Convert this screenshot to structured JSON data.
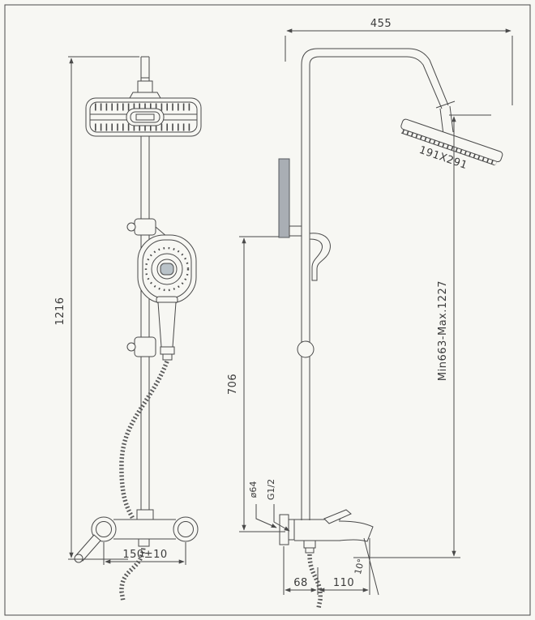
{
  "style": {
    "line_color": "#4a4a4a",
    "paper_color": "#f7f7f3",
    "plate_color": "#a9aeb4"
  },
  "dims": {
    "top_width": "455",
    "overall_height": "1216",
    "head_size": "191X291",
    "height_range": "Min663-Max.1227",
    "bar_height": "706",
    "inlet_diameter": "ø64",
    "thread_size": "G1/2",
    "valve_centers": "150±10",
    "wall_offset": "68",
    "spout_reach": "110",
    "spout_angle": "10°"
  }
}
